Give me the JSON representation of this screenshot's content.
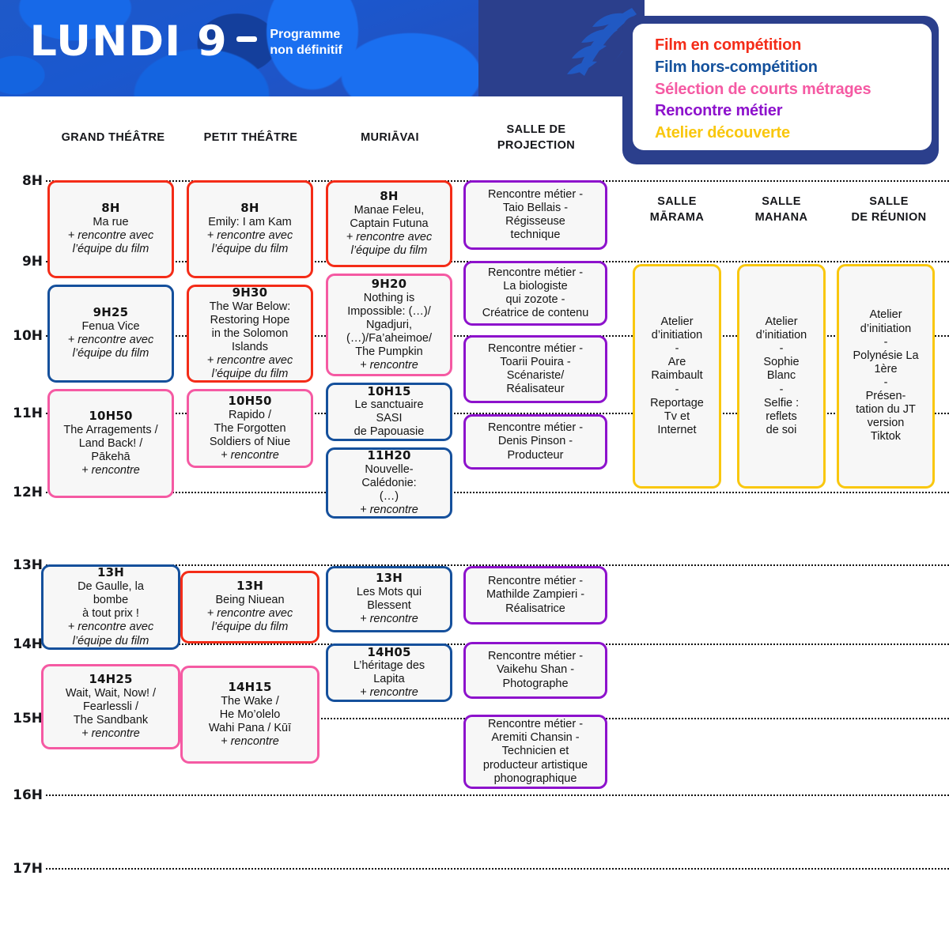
{
  "banner": {
    "day_label": "LUNDI 9",
    "dash_icon": "dash-icon",
    "subtitle_line1": "Programme",
    "subtitle_line2": "non définitif"
  },
  "legend": {
    "items": [
      {
        "label": "Film en compétition",
        "color": "#f42c18"
      },
      {
        "label": "Film hors-compétition",
        "color": "#14519c"
      },
      {
        "label": "Sélection de courts métrages",
        "color": "#f55aa3"
      },
      {
        "label": "Rencontre métier",
        "color": "#8d12cc"
      },
      {
        "label": "Atelier découverte",
        "color": "#f9c70e"
      }
    ]
  },
  "columns": [
    {
      "id": "grand-theatre",
      "label": "GRAND THÉÂTRE"
    },
    {
      "id": "petit-theatre",
      "label": "PETIT THÉÂTRE"
    },
    {
      "id": "muriavai",
      "label": "MURIĀVAI"
    },
    {
      "id": "salle-projection",
      "label": "SALLE DE\nPROJECTION"
    },
    {
      "id": "salle-marama",
      "label": "SALLE\nMĀRAMA"
    },
    {
      "id": "salle-mahana",
      "label": "SALLE\nMAHANA"
    },
    {
      "id": "salle-reunion",
      "label": "SALLE\nDE RÉUNION"
    }
  ],
  "time_axis": {
    "labels": [
      "8H",
      "9H",
      "10H",
      "11H",
      "12H",
      "13H",
      "14H",
      "15H",
      "16H",
      "17H"
    ]
  },
  "events": [
    {
      "id": "e1",
      "column": "grand-theatre",
      "color": "red",
      "time": "8H",
      "title": "Ma rue",
      "note": "+ rencontre avec\nl’équipe du film"
    },
    {
      "id": "e2",
      "column": "grand-theatre",
      "color": "blue",
      "time": "9H25",
      "title": "Fenua Vice",
      "note": "+ rencontre avec\nl’équipe du film"
    },
    {
      "id": "e3",
      "column": "grand-theatre",
      "color": "pink",
      "time": "10H50",
      "title": "The Arragements /\nLand Back! /\nPākehā",
      "note": "+ rencontre"
    },
    {
      "id": "e4",
      "column": "grand-theatre",
      "color": "blue",
      "time": "13H",
      "title": "De Gaulle, la\nbombe\nà tout prix !",
      "note": "+ rencontre avec\nl’équipe du film"
    },
    {
      "id": "e5",
      "column": "grand-theatre",
      "color": "pink",
      "time": "14H25",
      "title": "Wait, Wait, Now! /\nFearlessli /\nThe Sandbank",
      "note": "+ rencontre"
    },
    {
      "id": "e6",
      "column": "petit-theatre",
      "color": "red",
      "time": "8H",
      "title": "Emily: I am Kam",
      "note": "+ rencontre avec\nl’équipe du film"
    },
    {
      "id": "e7",
      "column": "petit-theatre",
      "color": "red",
      "time": "9H30",
      "title": "The War Below:\nRestoring Hope\nin the Solomon\nIslands",
      "note": "+ rencontre avec\nl’équipe du film"
    },
    {
      "id": "e8",
      "column": "petit-theatre",
      "color": "pink",
      "time": "10H50",
      "title": "Rapido /\nThe Forgotten\nSoldiers of Niue",
      "note": "+ rencontre"
    },
    {
      "id": "e9",
      "column": "petit-theatre",
      "color": "red",
      "time": "13H",
      "title": "Being Niuean",
      "note": "+ rencontre avec\nl’équipe du film"
    },
    {
      "id": "e10",
      "column": "petit-theatre",
      "color": "pink",
      "time": "14H15",
      "title": "The Wake /\nHe Mo’olelo\nWahi Pana / Kūī",
      "note": "+ rencontre"
    },
    {
      "id": "e11",
      "column": "muriavai",
      "color": "red",
      "time": "8H",
      "title": "Manae Feleu,\nCaptain Futuna",
      "note": "+ rencontre avec\nl’équipe du film"
    },
    {
      "id": "e12",
      "column": "muriavai",
      "color": "pink",
      "time": "9H20",
      "title": "Nothing is\nImpossible: (…)/\nNgadjuri,\n(…)/Fa’aheimoe/\nThe Pumpkin",
      "note": "+ rencontre"
    },
    {
      "id": "e13",
      "column": "muriavai",
      "color": "blue",
      "time": "10H15",
      "title": "Le sanctuaire\nSASI\nde Papouasie",
      "note": ""
    },
    {
      "id": "e14",
      "column": "muriavai",
      "color": "blue",
      "time": "11H20",
      "title": "Nouvelle-\nCalédonie:\n(…)",
      "note": "+ rencontre"
    },
    {
      "id": "e15",
      "column": "muriavai",
      "color": "blue",
      "time": "13H",
      "title": "Les Mots qui\nBlessent",
      "note": "+ rencontre"
    },
    {
      "id": "e16",
      "column": "muriavai",
      "color": "blue",
      "time": "14H05",
      "title": "L’héritage des\nLapita",
      "note": "+ rencontre"
    },
    {
      "id": "e17",
      "column": "salle-projection",
      "color": "purple",
      "time": "",
      "title": "Rencontre métier -\nTaio Bellais -\nRégisseuse\ntechnique",
      "note": ""
    },
    {
      "id": "e18",
      "column": "salle-projection",
      "color": "purple",
      "time": "",
      "title": "Rencontre métier -\nLa biologiste\nqui zozote -\nCréatrice de contenu",
      "note": ""
    },
    {
      "id": "e19",
      "column": "salle-projection",
      "color": "purple",
      "time": "",
      "title": "Rencontre métier -\nToarii Pouira -\nScénariste/\nRéalisateur",
      "note": ""
    },
    {
      "id": "e20",
      "column": "salle-projection",
      "color": "purple",
      "time": "",
      "title": "Rencontre métier -\nDenis Pinson -\nProducteur",
      "note": ""
    },
    {
      "id": "e21",
      "column": "salle-projection",
      "color": "purple",
      "time": "",
      "title": "Rencontre métier -\nMathilde Zampieri -\nRéalisatrice",
      "note": ""
    },
    {
      "id": "e22",
      "column": "salle-projection",
      "color": "purple",
      "time": "",
      "title": "Rencontre métier -\nVaikehu Shan -\nPhotographe",
      "note": ""
    },
    {
      "id": "e23",
      "column": "salle-projection",
      "color": "purple",
      "time": "",
      "title": "Rencontre métier -\nAremiti Chansin -\nTechnicien et\nproducteur artistique\nphonographique",
      "note": ""
    },
    {
      "id": "e24",
      "column": "salle-marama",
      "color": "yellow",
      "time": "",
      "title": "Atelier\nd’initiation\n-\nAre\nRaimbault\n-\nReportage\nTv et\nInternet",
      "note": ""
    },
    {
      "id": "e25",
      "column": "salle-mahana",
      "color": "yellow",
      "time": "",
      "title": "Atelier\nd’initiation\n-\nSophie\nBlanc\n-\nSelfie :\nreflets\nde soi",
      "note": ""
    },
    {
      "id": "e26",
      "column": "salle-reunion",
      "color": "yellow",
      "time": "",
      "title": "Atelier\nd’initiation\n-\nPolynésie La\n1ère\n-\nPrésen-\ntation du JT\nversion\nTiktok",
      "note": ""
    }
  ]
}
